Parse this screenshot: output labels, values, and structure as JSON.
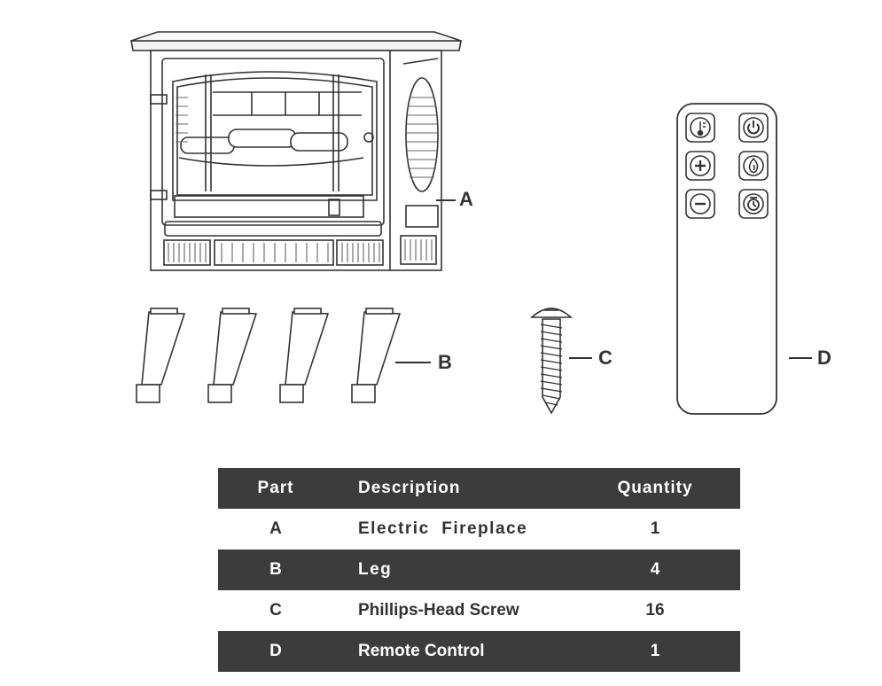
{
  "callouts": {
    "a": "A",
    "b": "B",
    "c": "C",
    "d": "D"
  },
  "parts_table": {
    "headers": {
      "part": "Part",
      "description": "Description",
      "quantity": "Quantity"
    },
    "rows": [
      {
        "part": "A",
        "description": "Electric  Fireplace",
        "quantity": "1"
      },
      {
        "part": "B",
        "description": "Leg",
        "quantity": "4"
      },
      {
        "part": "C",
        "description": "Phillips-Head Screw",
        "quantity": "16"
      },
      {
        "part": "D",
        "description": "Remote Control",
        "quantity": "1"
      }
    ]
  },
  "remote_buttons": [
    "thermometer-icon",
    "power-icon",
    "plus-icon",
    "flame-icon",
    "minus-icon",
    "timer-icon"
  ],
  "colors": {
    "ink": "#333333",
    "table_dark": "#3c3c3c",
    "table_light": "#ffffff"
  }
}
